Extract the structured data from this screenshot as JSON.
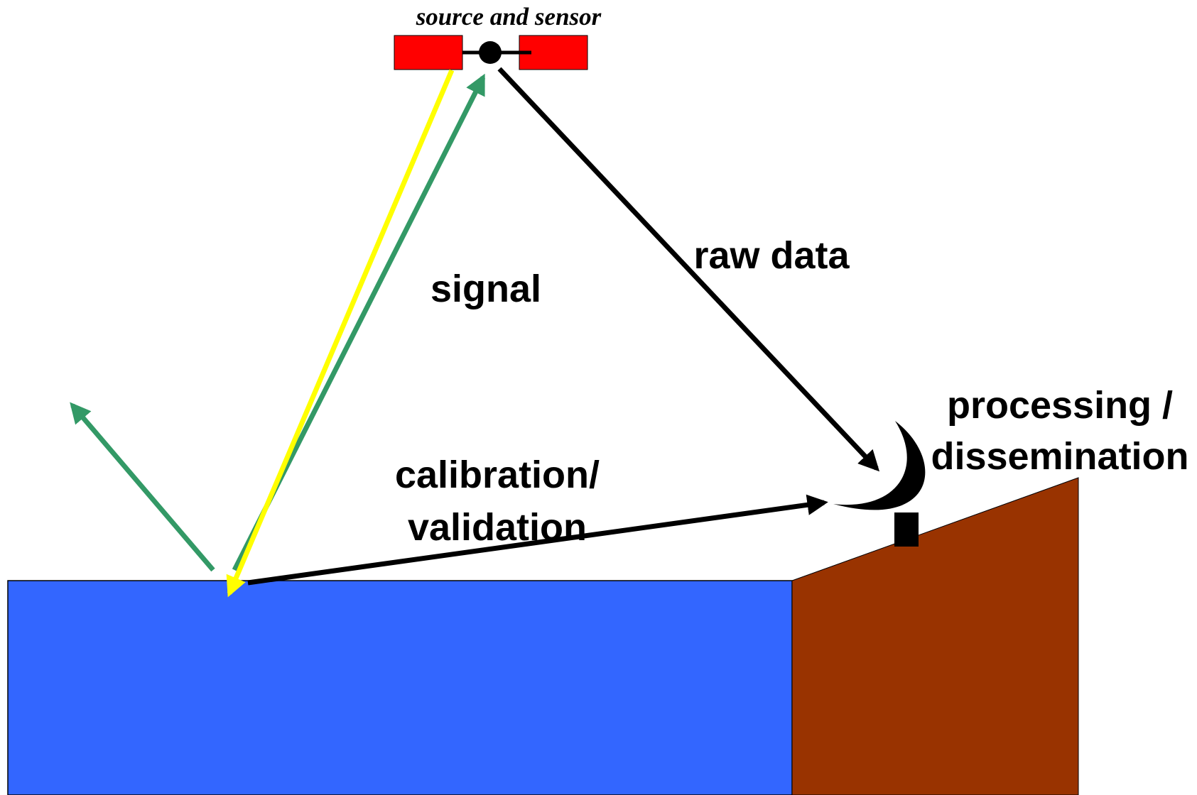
{
  "labels": {
    "source_sensor": "source and sensor",
    "signal": "signal",
    "raw_data": "raw data",
    "calibration_line1": "calibration/",
    "calibration_line2": "validation",
    "processing_line1": "processing /",
    "processing_line2": "dissemination"
  },
  "colors": {
    "water": "#3366ff",
    "land": "#993300",
    "solar_panel": "#ff0000",
    "incident_arrow": "#ffff00",
    "reflected_arrow": "#339966",
    "data_arrow": "#000000"
  },
  "icons": {
    "satellite": "satellite-icon",
    "ground_station": "satellite-dish-icon"
  }
}
